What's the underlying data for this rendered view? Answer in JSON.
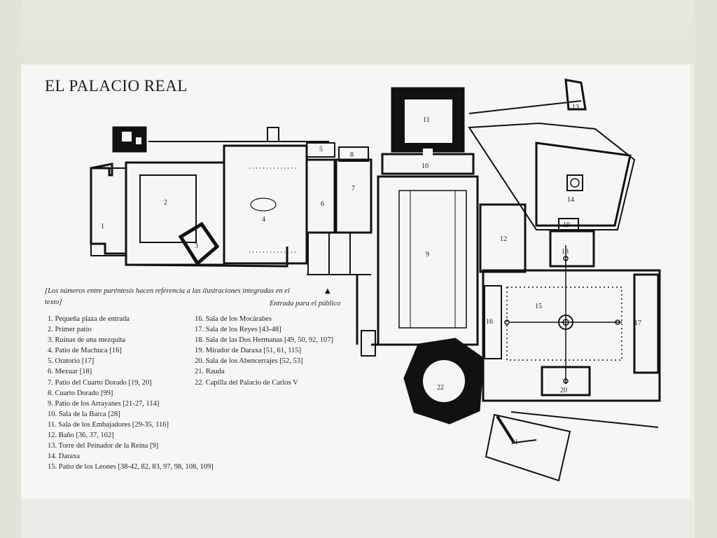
{
  "title": "EL PALACIO REAL",
  "note": "[Los números entre paréntesis hacen referencia a las ilustraciones integradas en el texto]",
  "entrance": "Entrada para el público",
  "legend_col1": [
    "1. Pequeña plaza de entrada",
    "2. Primer patio",
    "3. Ruinas de una mezquita",
    "4. Patio de Machuca [16]",
    "5. Oratorio [17]",
    "6. Mexuar [18]",
    "7. Patio del Cuarto Dorado [19, 20]",
    "8. Cuarto Dorado [99]",
    "9. Patio de los Arrayanes [21-27, 114]",
    "10. Sala de la Barca [28]",
    "11. Sala de los Embajadores [29-35, 116]",
    "12. Baño [36, 37, 102]",
    "13. Torre del Peinador de la Reina [9]",
    "14. Daraxa",
    "15. Patio de los Leones [38-42, 82, 83, 97, 98, 108, 109]"
  ],
  "legend_col2": [
    "16. Sala de los Mocárabes",
    "17. Sala de los Reyes [43-48]",
    "18. Sala de las Dos Hermanas [49, 50, 92, 107]",
    "19. Mirador de Daraxa [51, 61, 115]",
    "20. Sala de los Abencerrajes [52, 53]",
    "21. Rauda",
    "22. Capilla del Palacio de Carlos V"
  ],
  "plan_labels": {
    "n1": "1",
    "n2": "2",
    "n3": "3",
    "n4": "4",
    "n5": "5",
    "n6": "6",
    "n7": "7",
    "n8": "8",
    "n9": "9",
    "n10": "10",
    "n11": "11",
    "n12": "12",
    "n13": "13",
    "n14": "14",
    "n15": "15",
    "n16": "16",
    "n17": "17",
    "n18": "18",
    "n19": "19",
    "n20": "20",
    "n21": "21",
    "n22": "22"
  },
  "colors": {
    "ink": "#111111",
    "paper": "#f7f6f4",
    "frame": "#e6e6de"
  }
}
